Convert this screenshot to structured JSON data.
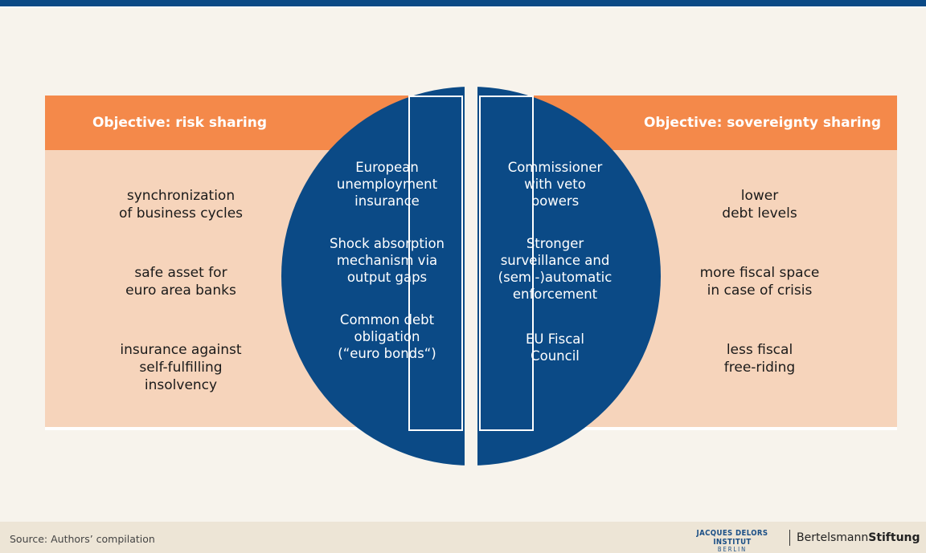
{
  "colors": {
    "blue": "#0b4a86",
    "orange": "#f4894a",
    "peach": "#f6d4bb",
    "background": "#f7f3ec"
  },
  "left": {
    "header": "Objective: risk sharing",
    "items": [
      "synchronization\nof business cycles",
      "safe asset for\neuro area banks",
      "insurance against\nself-fulfilling\ninsolvency"
    ]
  },
  "right": {
    "header": "Objective: sovereignty sharing",
    "items": [
      "lower\ndebt levels",
      "more fiscal space\nin case of crisis",
      "less fiscal\nfree-riding"
    ]
  },
  "circle_left": {
    "items": [
      "European\nunemployment\ninsurance",
      "Shock absorption\nmechanism via\noutput gaps",
      "Common debt\nobligation\n(“euro bonds“)"
    ]
  },
  "circle_right": {
    "items": [
      "Commissioner\nwith veto\npowers",
      "Stronger\nsurveillance and\n(semi-)automatic\nenforcement",
      "EU Fiscal\nCouncil"
    ]
  },
  "footer": {
    "source": "Source: Authors’ compilation",
    "logo_jdi_line1": "JACQUES DELORS INSTITUT",
    "logo_jdi_line2": "BERLIN",
    "logo_bs_part1": "Bertelsmann",
    "logo_bs_part2": "Stiftung"
  }
}
